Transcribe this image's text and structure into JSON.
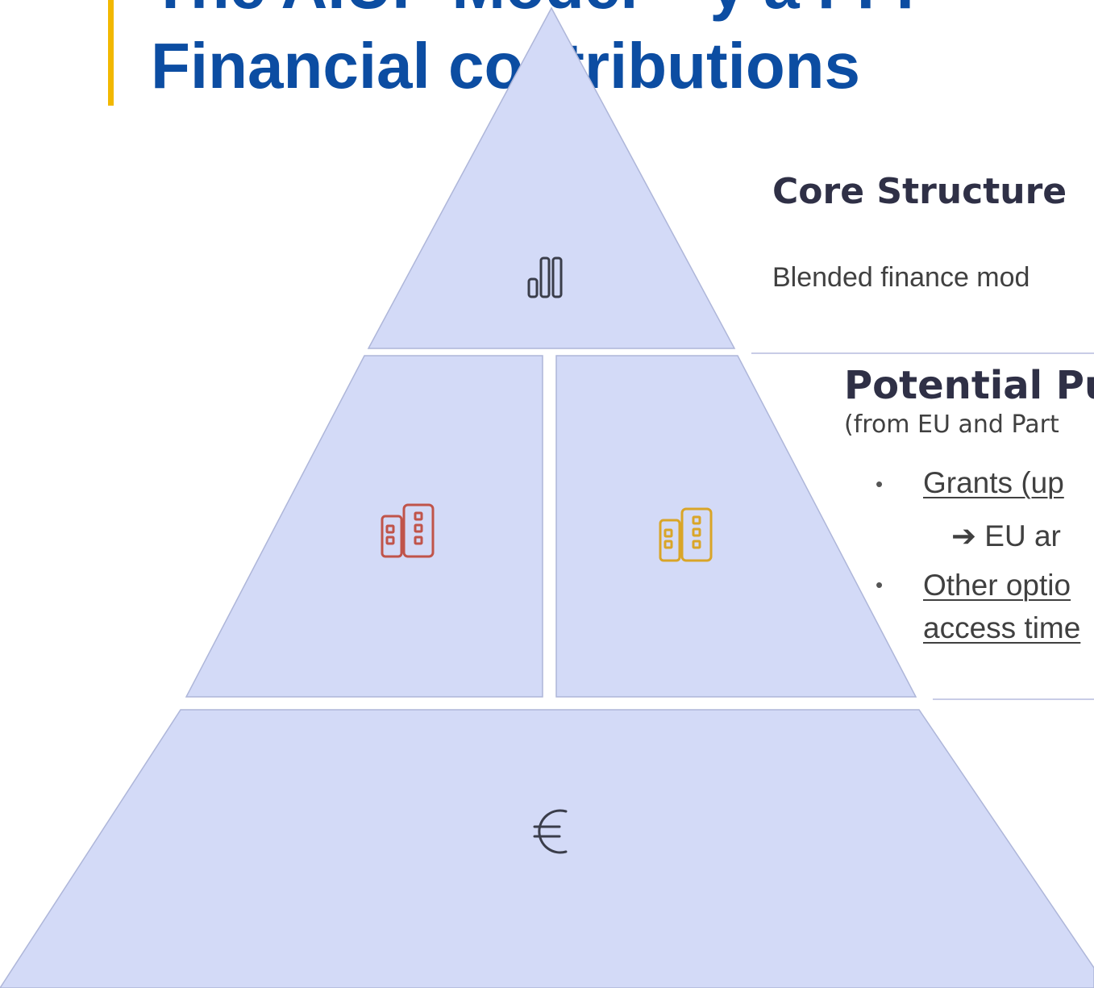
{
  "title": {
    "line1": "The AIUP Model – y a FFF",
    "line2": "Financial contributions",
    "color": "#0c4da2",
    "accent_color": "#f2b800"
  },
  "pyramid": {
    "fill": "#d3daf7",
    "stroke": "#aeb6d9",
    "icons": {
      "top": "bar-chart-icon",
      "middle_left": "building-icon",
      "middle_right": "building-icon",
      "bottom": "euro-icon"
    },
    "icon_colors": {
      "top": "#3a3d4a",
      "middle_left": "#c0544a",
      "middle_right": "#d9a528",
      "bottom": "#3a3d4a"
    }
  },
  "core": {
    "heading": "Core Structure",
    "description": "Blended finance mod"
  },
  "public": {
    "heading": "Potential Pu",
    "subheading": "(from EU and Part",
    "bullet_symbol": "•",
    "grants_label": "Grants (up",
    "eu_label": "➔ EU ar",
    "other_line1": "Other optio",
    "other_line2": "access time"
  }
}
